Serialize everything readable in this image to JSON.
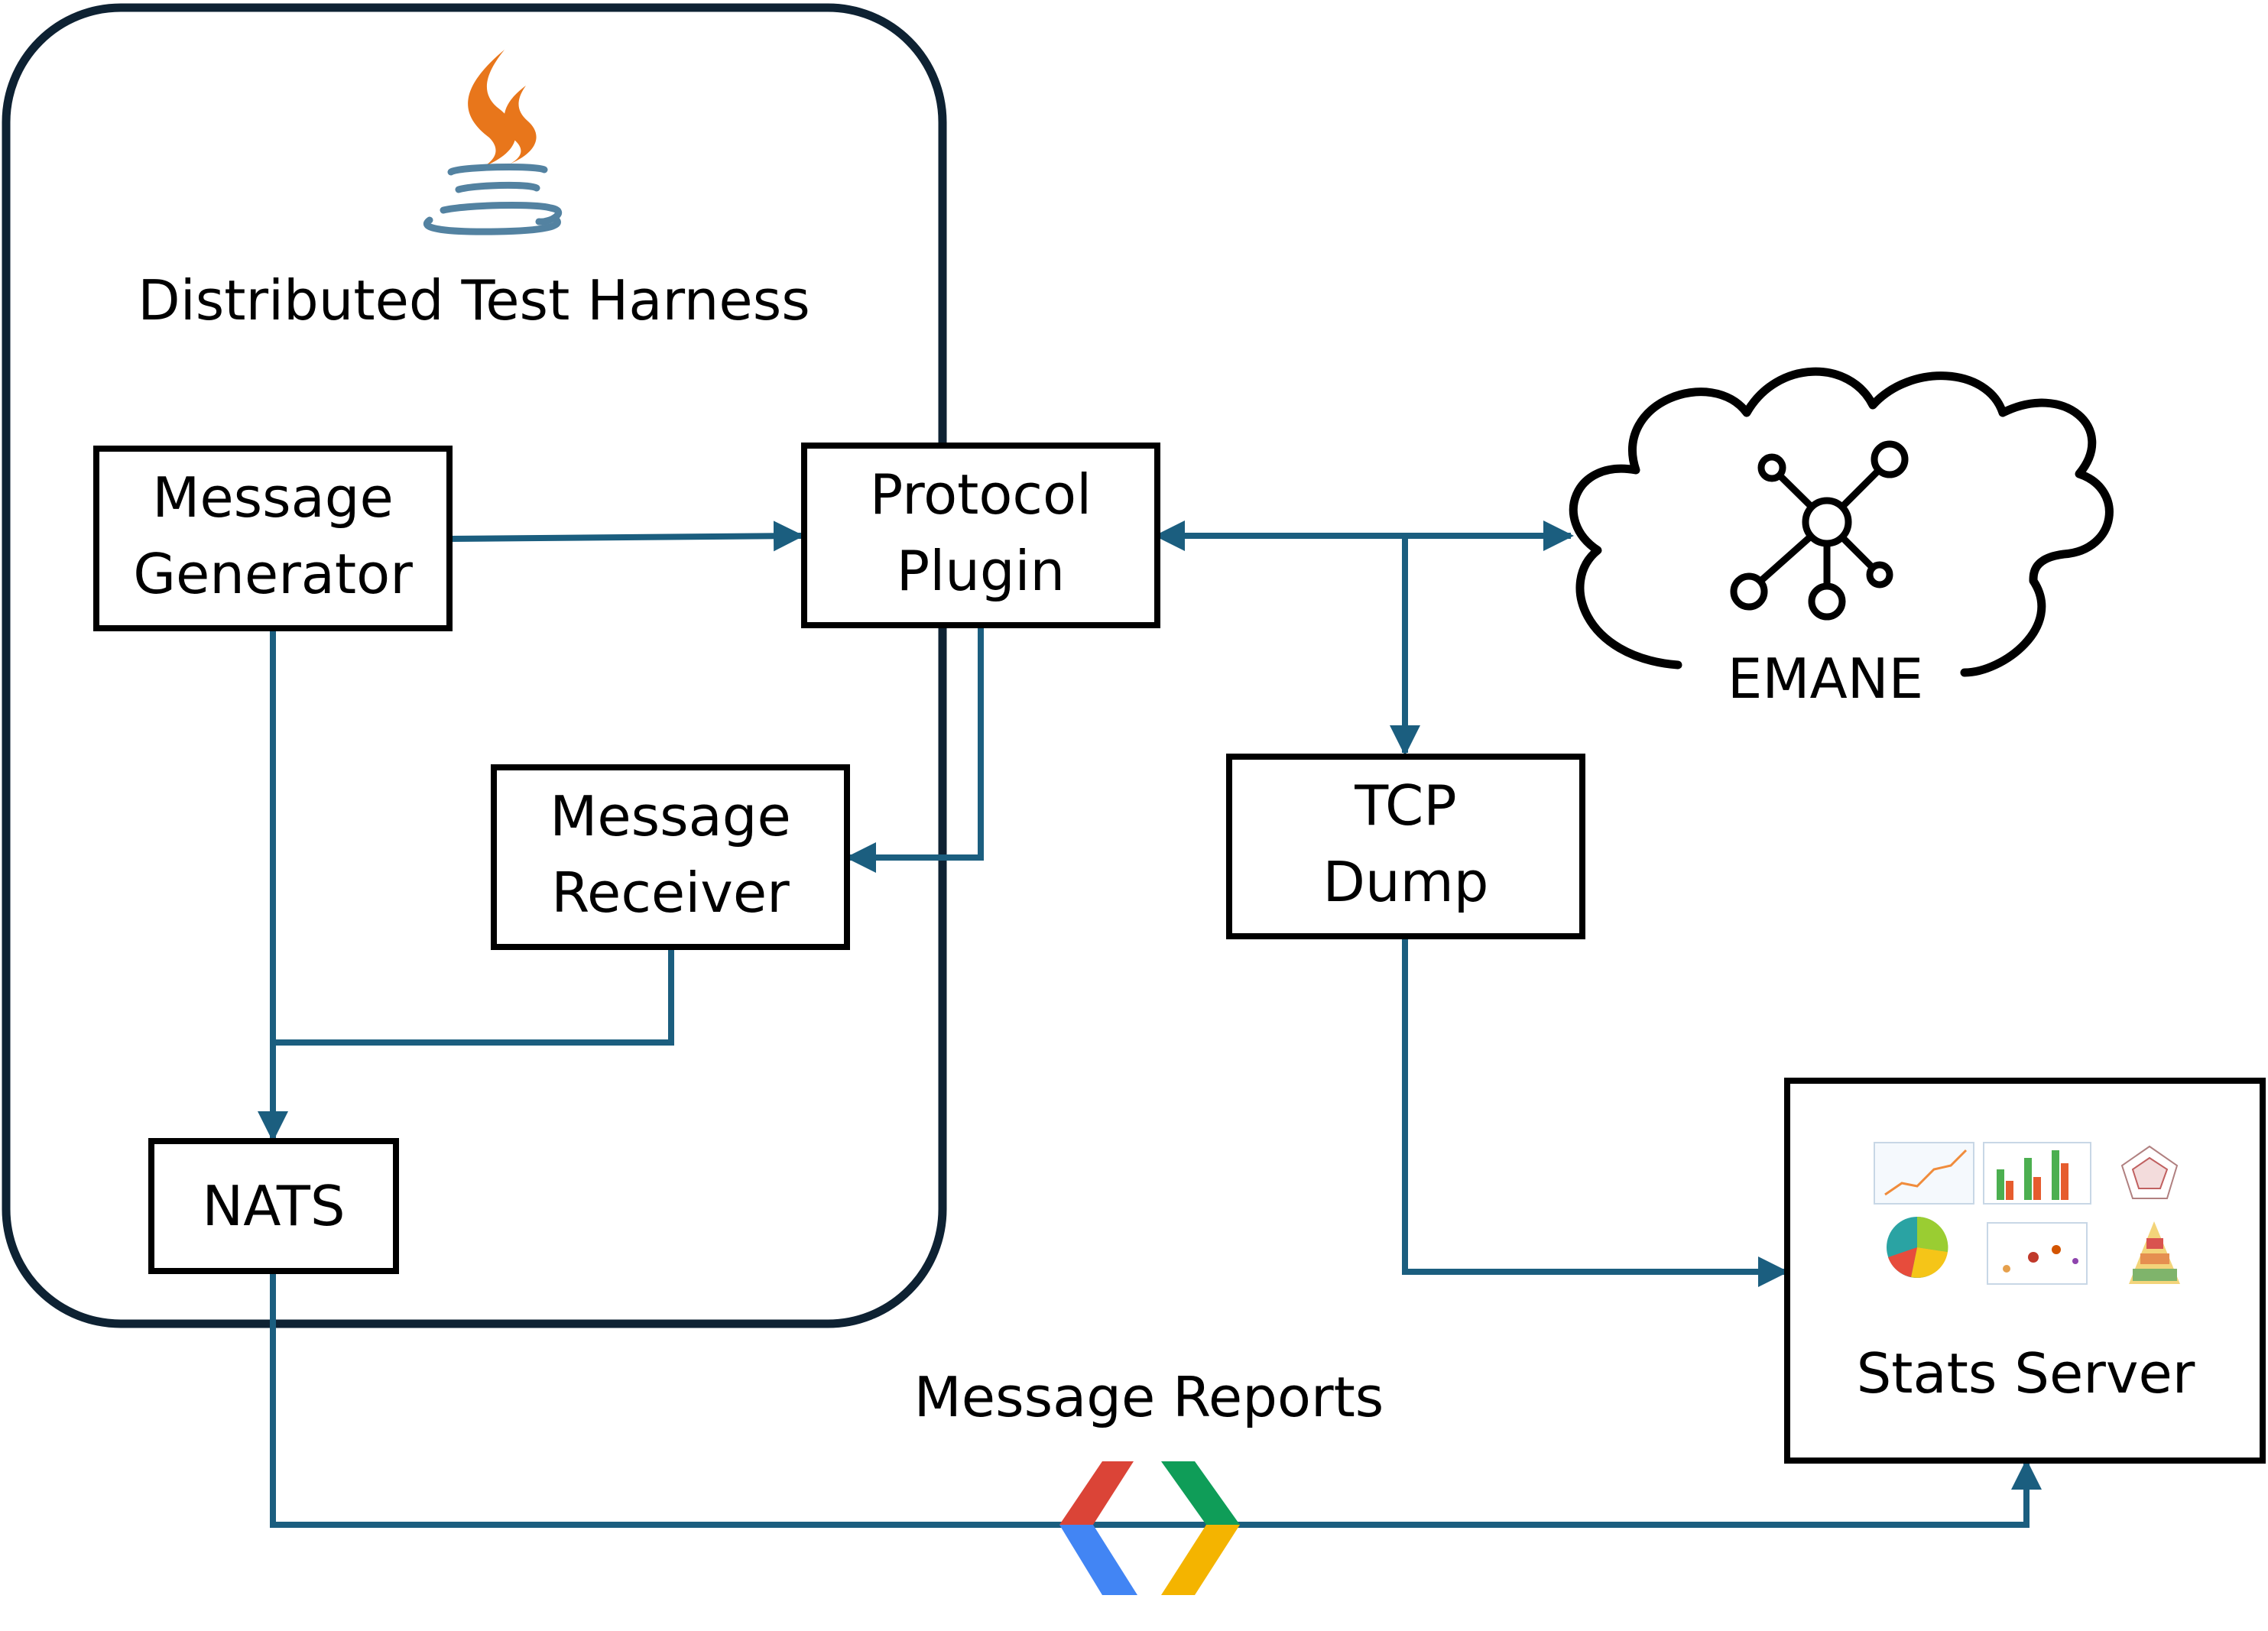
{
  "harness": {
    "title": "Distributed Test Harness",
    "icon": "java-coffee-cup-icon"
  },
  "nodes": {
    "message_generator": [
      "Message",
      "Generator"
    ],
    "protocol_plugin": [
      "Protocol",
      "Plugin"
    ],
    "message_receiver": [
      "Message",
      "Receiver"
    ],
    "nats": "NATS",
    "tcp_dump": [
      "TCP",
      "Dump"
    ],
    "emane": {
      "label": "EMANE",
      "icon": "network-hub-icon"
    },
    "stats_server": {
      "label": "Stats Server",
      "icon": "charts-collage-icon"
    }
  },
  "edges": {
    "message_reports": {
      "label": "Message Reports",
      "icon": "api-brackets-icon"
    }
  },
  "colors": {
    "arrow": "#1b5e7f",
    "harness_border": "#0e2233",
    "box_border": "#000000",
    "java_orange": "#e8761b",
    "java_blue": "#5382a1",
    "api_red": "#db4437",
    "api_blue": "#4285f4",
    "api_green": "#0f9d58",
    "api_yellow": "#f4b400"
  }
}
